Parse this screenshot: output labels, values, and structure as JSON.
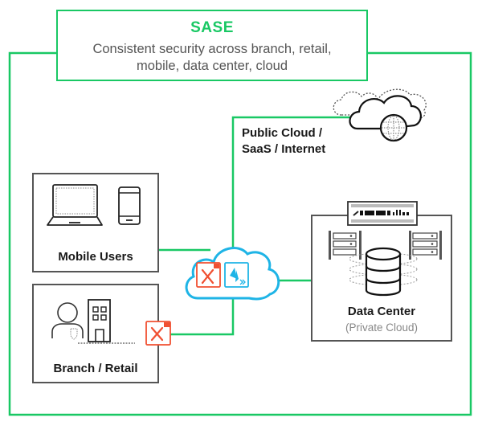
{
  "diagram": {
    "title": "SASE",
    "subtitle_line1": "Consistent security across branch, retail,",
    "subtitle_line2": "mobile, data center, cloud",
    "public_cloud": {
      "label_line1": "Public Cloud /",
      "label_line2": "SaaS / Internet",
      "icons": [
        "cloud-icon",
        "globe-icon"
      ]
    },
    "mobile_users": {
      "label": "Mobile Users",
      "icons": [
        "laptop-icon",
        "smartphone-icon"
      ]
    },
    "branch_retail": {
      "label": "Branch / Retail",
      "icons": [
        "person-icon",
        "building-icon",
        "firewall-appliance-icon"
      ]
    },
    "sase_cloud": {
      "icons": [
        "firewall-service-icon",
        "access-service-icon"
      ]
    },
    "data_center": {
      "label": "Data Center",
      "sublabel": "(Private Cloud)",
      "icons": [
        "network-appliance-icon",
        "server-rack-icon",
        "database-icon"
      ]
    },
    "colors": {
      "connector_green": "#19c864",
      "cloud_blue": "#1eb4e6",
      "firewall_red": "#f05032",
      "text_dark": "#1a1a1a",
      "text_gray": "#555555"
    }
  }
}
